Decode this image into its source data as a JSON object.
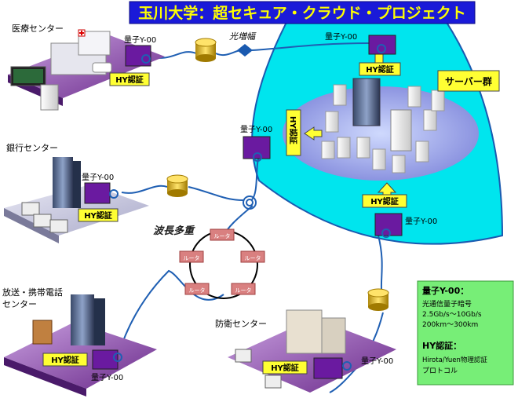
{
  "title": "玉川大学：超セキュア・クラウド・プロジェクト",
  "labels": {
    "medical_center": "医療センター",
    "bank_center": "銀行センター",
    "broadcast_line1": "放送・携帯電話",
    "broadcast_line2": "センター",
    "defense_center": "防衛センター",
    "optical_amp": "光増幅",
    "wdm": "波長多重",
    "server_group": "サーバー群"
  },
  "device_label": "量子Y-00",
  "auth_label": "HY認証",
  "router_label": "ルータ",
  "info": {
    "y00_title": "量子Y-00：",
    "y00_line1": "光通信量子暗号",
    "y00_line2": "2.5Gb/s～10Gb/s",
    "y00_line3": "200km～300km",
    "hy_title": "HY認証：",
    "hy_line1": "Hirota/Yuen物理認証",
    "hy_line2": "プロトコル"
  },
  "colors": {
    "title_bg": "#1a1ad8",
    "title_text": "#ffff00",
    "cloud": "#00e5ee",
    "auth_box": "#ffff33",
    "device": "#6a1aa0",
    "fiber": "#1f5fb3",
    "info_bg": "#77ee77"
  }
}
